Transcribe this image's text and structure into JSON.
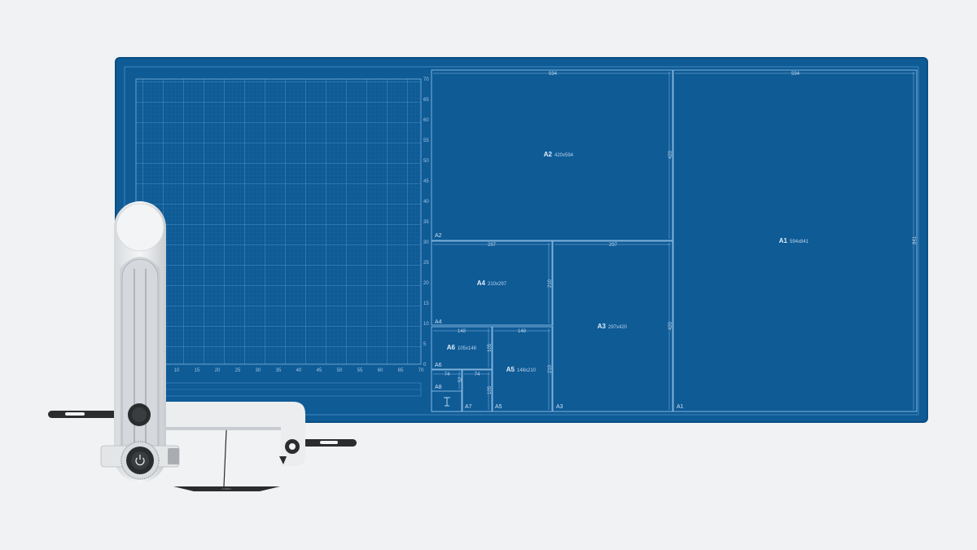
{
  "colors": {
    "background": "#f1f2f3",
    "mat_blue": "#0e5b96",
    "mat_edge": "#0a4e83",
    "grid_line": "#4f8fc4",
    "lamp_body": "#ebedef",
    "lamp_dark": "#2a2c2e"
  },
  "grid": {
    "y_ticks": [
      "70",
      "65",
      "60",
      "55",
      "50",
      "45",
      "40",
      "35",
      "30",
      "25",
      "20",
      "15",
      "10",
      "5",
      "0"
    ],
    "x_ticks": [
      "10",
      "15",
      "20",
      "25",
      "30",
      "35",
      "40",
      "45",
      "50",
      "55",
      "60",
      "65",
      "70"
    ]
  },
  "papers": {
    "a1": {
      "label": "A1",
      "name": "A1",
      "size": "594x841",
      "top_dim": "594",
      "side_dim": "841"
    },
    "a2": {
      "label": "A2",
      "name": "A2",
      "size": "420x594",
      "top_dim": "594",
      "side_dim": "420"
    },
    "a3": {
      "label": "A3",
      "name": "A3",
      "size": "297x420",
      "top_dim": "297",
      "side_dim": "420"
    },
    "a4": {
      "label": "A4",
      "name": "A4",
      "size": "210x297",
      "top_dim": "297",
      "side_dim": "210"
    },
    "a5": {
      "label": "A5",
      "name": "A5",
      "size": "148x210",
      "top_dim": "148",
      "side_dim": "210"
    },
    "a6": {
      "label": "A6",
      "name": "A6",
      "size": "105x148",
      "top_dim": "148",
      "side_dim": "105"
    },
    "a7": {
      "label": "A7",
      "top_dim": "74",
      "side_dim": "105"
    },
    "a8": {
      "label": "A8",
      "top_dim": "74",
      "side_dim": "52"
    }
  },
  "lamp": {
    "icons": [
      "power-icon",
      "knob-icon",
      "camera-icon"
    ],
    "base_text": "LAMBDA"
  }
}
